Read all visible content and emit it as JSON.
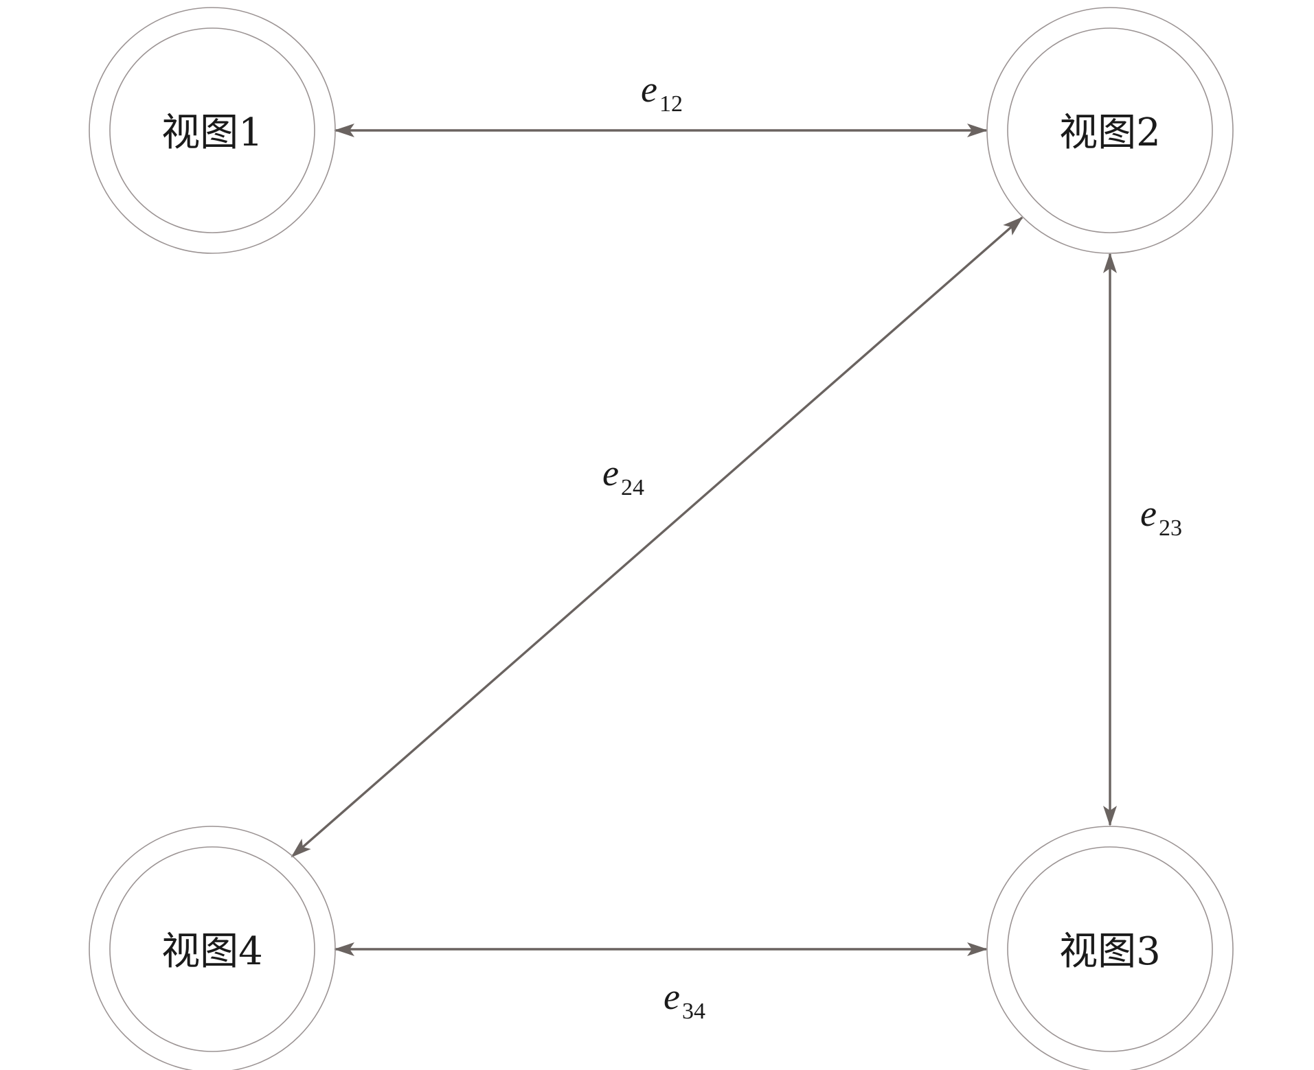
{
  "nodes": [
    {
      "id": "view1",
      "label": "视图1"
    },
    {
      "id": "view2",
      "label": "视图2"
    },
    {
      "id": "view3",
      "label": "视图3"
    },
    {
      "id": "view4",
      "label": "视图4"
    }
  ],
  "edges": [
    {
      "id": "e12",
      "from": "view1",
      "to": "view2",
      "symbol": "e",
      "subscript": "12",
      "bidirectional": true
    },
    {
      "id": "e23",
      "from": "view2",
      "to": "view3",
      "symbol": "e",
      "subscript": "23",
      "bidirectional": true
    },
    {
      "id": "e24",
      "from": "view2",
      "to": "view4",
      "symbol": "e",
      "subscript": "24",
      "bidirectional": true
    },
    {
      "id": "e34",
      "from": "view3",
      "to": "view4",
      "symbol": "e",
      "subscript": "34",
      "bidirectional": true
    }
  ],
  "colors": {
    "edge": "#6a6360",
    "ring": "#9b9393"
  }
}
